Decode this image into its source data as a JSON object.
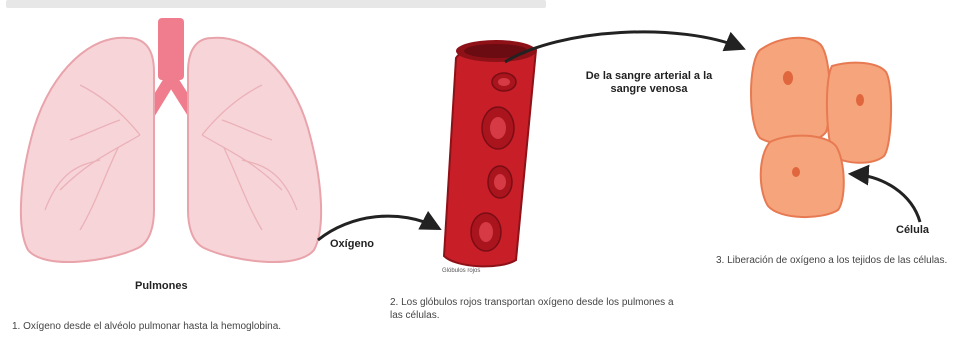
{
  "labels": {
    "lungs": "Pulmones",
    "oxygen": "Oxígeno",
    "red_cells": "Glóbulos rojos",
    "blood_flow": "De la sangre arterial a la sangre venosa",
    "cell": "Célula"
  },
  "captions": {
    "step1": "1. Oxígeno desde el alvéolo pulmonar hasta la hemoglobina.",
    "step2": "2. Los glóbulos rojos transportan oxígeno desde los pulmones a las células.",
    "step3": "3. Liberación de oxígeno a los tejidos de las células."
  },
  "colors": {
    "lung_fill": "#f7d4d8",
    "lung_stroke": "#e9a3ab",
    "trachea": "#ef7d8e",
    "vessel": "#c81e28",
    "vessel_dark": "#8e1118",
    "cell_fill": "#f6a47c",
    "cell_stroke": "#e77a52",
    "arrow": "#222222"
  }
}
